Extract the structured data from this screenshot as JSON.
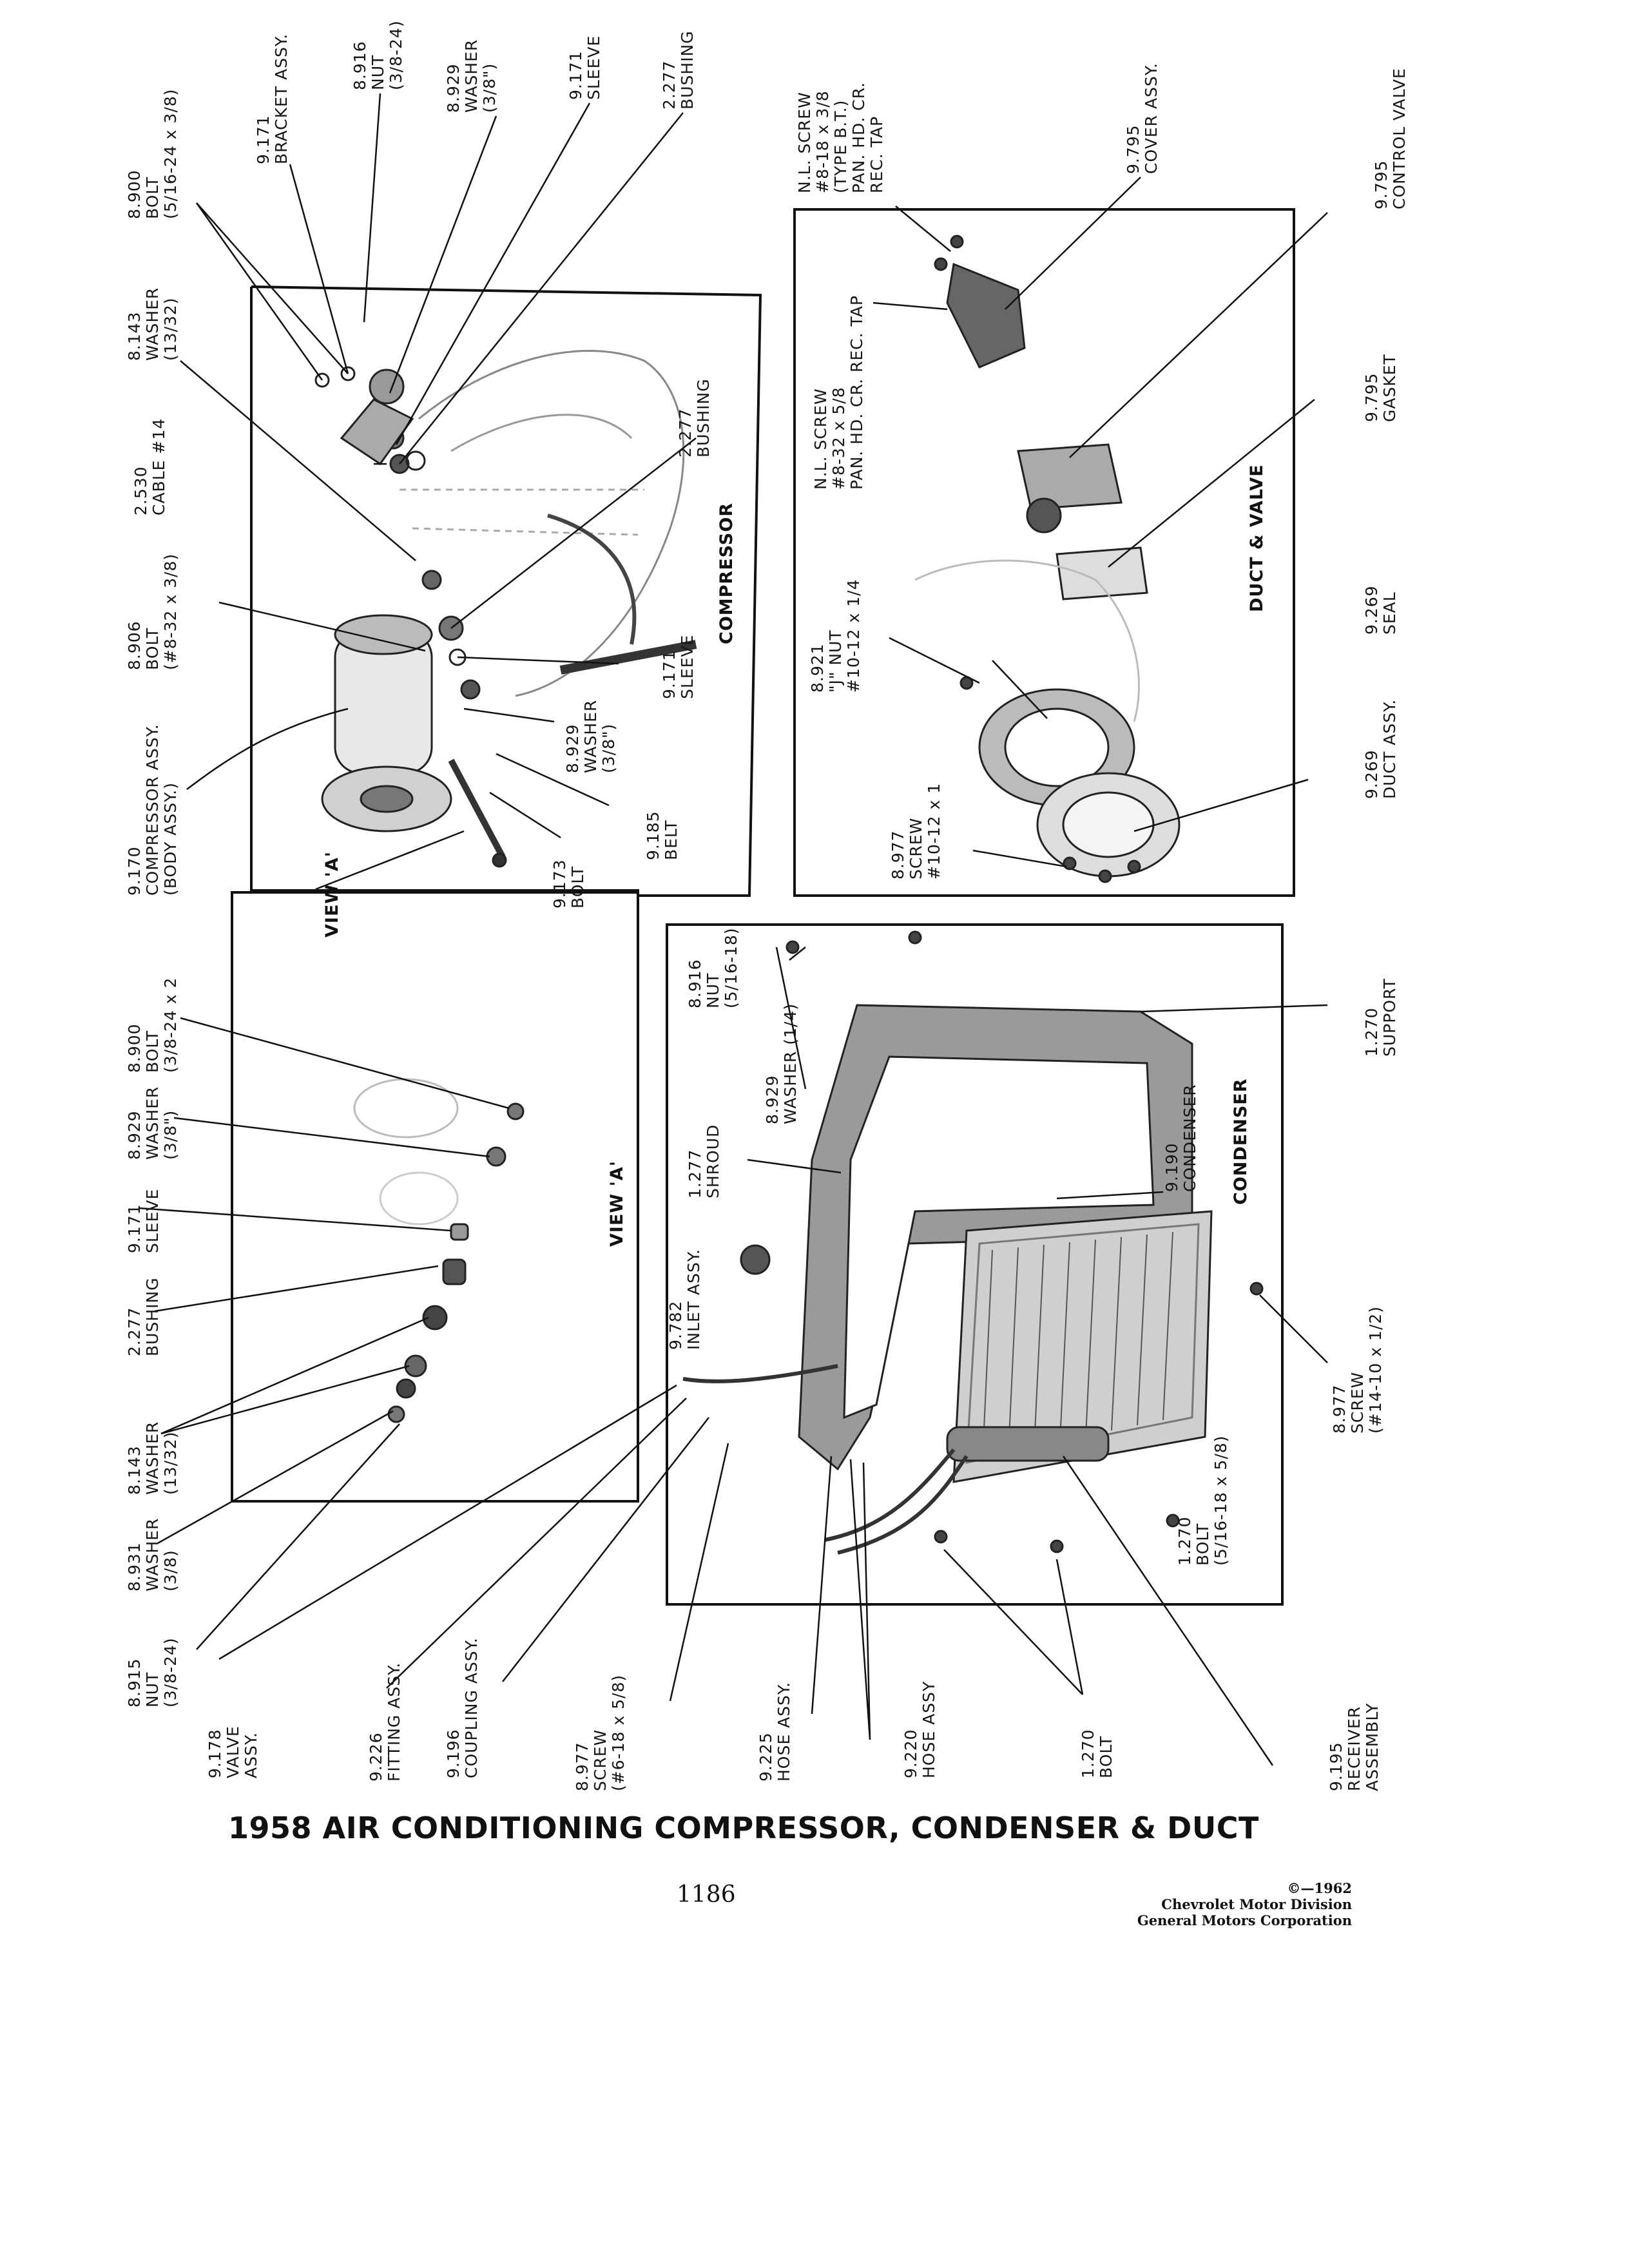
{
  "page_title": "1958 AIR CONDITIONING COMPRESSOR, CONDENSER & DUCT",
  "page_number": "1186",
  "credit": [
    "©—1962",
    "Chevrolet Motor Division",
    "General Motors Corporation"
  ],
  "views": {
    "view_a_top": "VIEW 'A'",
    "compressor": "COMPRESSOR",
    "view_a_left": "VIEW 'A'",
    "duct_valve": "DUCT & VALVE",
    "condenser": "CONDENSER"
  },
  "callouts": {
    "bracket": [
      "9.171",
      "BRACKET ASSY."
    ],
    "nut_top": [
      "8.916",
      "NUT",
      "(3/8-24)"
    ],
    "washer_top": [
      "8.929",
      "WASHER",
      "(3/8\")"
    ],
    "sleeve_top": [
      "9.171",
      "SLEEVE"
    ],
    "bushing_top": [
      "2.277",
      "BUSHING"
    ],
    "bolt_top": [
      "8.900",
      "BOLT",
      "(5/16-24 x 3/8)"
    ],
    "washer_1332": [
      "8.143",
      "WASHER",
      "(13/32)"
    ],
    "cable": [
      "2.530",
      "CABLE #14"
    ],
    "bushing_mid": [
      "2.277",
      "BUSHING"
    ],
    "bolt_832": [
      "8.906",
      "BOLT",
      "(#8-32 x 3/8)"
    ],
    "sleeve_mid": [
      "9.171",
      "SLEEVE"
    ],
    "washer_mid": [
      "8.929",
      "WASHER",
      "(3/8\")"
    ],
    "compressor_assy": [
      "9.170",
      "COMPRESSOR ASSY.",
      "(BODY ASSY.)"
    ],
    "belt": [
      "9.185",
      "BELT"
    ],
    "bolt_9173": [
      "9.173",
      "BOLT"
    ],
    "nl_screw_top": [
      "N.L. SCREW",
      "#8-18 x 3/8",
      "(TYPE B.T.)",
      "PAN. HD. CR.",
      "REC. TAP"
    ],
    "cover": [
      "9.795",
      "COVER ASSY."
    ],
    "control_valve": [
      "9.795",
      "CONTROL VALVE"
    ],
    "nl_screw_mid": [
      "N.L. SCREW",
      "#8-32 x 5/8",
      "PAN. HD. CR. REC. TAP"
    ],
    "gasket": [
      "9.795",
      "GASKET"
    ],
    "j_nut": [
      "8.921",
      "\"J\" NUT",
      "#10-12 x 1/4"
    ],
    "seal": [
      "9.269",
      "SEAL"
    ],
    "duct": [
      "9.269",
      "DUCT ASSY."
    ],
    "screw_1012": [
      "8.977",
      "SCREW",
      "#10-12 x 1"
    ],
    "bolt_left": [
      "8.900",
      "BOLT",
      "(3/8-24 x 2"
    ],
    "washer_left": [
      "8.929",
      "WASHER",
      "(3/8\")"
    ],
    "sleeve_left": [
      "9.171",
      "SLEEVE"
    ],
    "bushing_left": [
      "2.277",
      "BUSHING"
    ],
    "washer_left2": [
      "8.143",
      "WASHER",
      "(13/32)"
    ],
    "washer_8931": [
      "8.931",
      "WASHER",
      "(3/8)"
    ],
    "nut_8915": [
      "8.915",
      "NUT",
      "(3/8-24)"
    ],
    "nut_8916b": [
      "8.916",
      "NUT",
      "(5/16-18)"
    ],
    "washer_14": [
      "8.929",
      "WASHER (1/4)"
    ],
    "shroud": [
      "1.277",
      "SHROUD"
    ],
    "inlet": [
      "9.782",
      "INLET ASSY."
    ],
    "condenser_part": [
      "9.190",
      "CONDENSER"
    ],
    "support": [
      "1.270",
      "SUPPORT"
    ],
    "screw_1410": [
      "8.977",
      "SCREW",
      "(#14-10 x 1/2)"
    ],
    "bolt_1270": [
      "1.270",
      "BOLT",
      "(5/16-18 x 5/8)"
    ],
    "valve": [
      "9.178",
      "VALVE",
      "ASSY."
    ],
    "fitting": [
      "9.226",
      "FITTING ASSY."
    ],
    "coupling": [
      "9.196",
      "COUPLING ASSY."
    ],
    "screw_618": [
      "8.977",
      "SCREW",
      "(#6-18 x 5/8)"
    ],
    "hose_9225": [
      "9.225",
      "HOSE ASSY."
    ],
    "hose_9220": [
      "9.220",
      "HOSE ASSY"
    ],
    "bolt_bottom": [
      "1.270",
      "BOLT"
    ],
    "receiver": [
      "9.195",
      "RECEIVER",
      "ASSEMBLY"
    ]
  }
}
